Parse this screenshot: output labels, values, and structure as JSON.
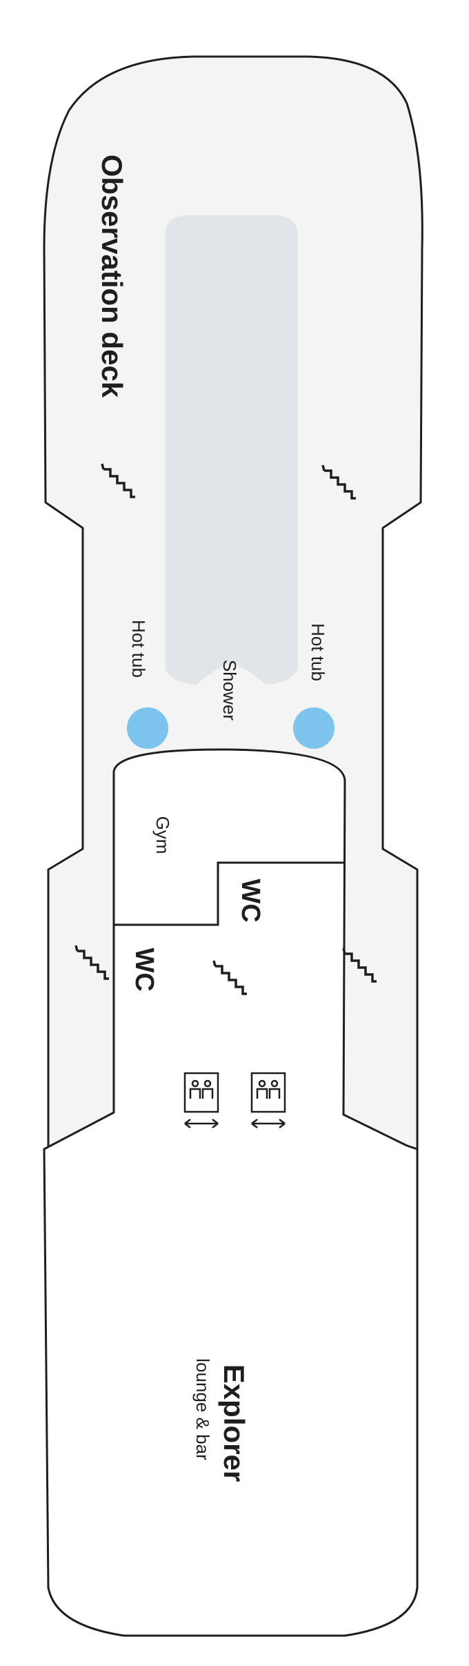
{
  "deck": {
    "observation_label": "Observation deck",
    "hot_tub_left": "Hot tub",
    "hot_tub_right": "Hot tub",
    "shower": "Shower",
    "gym": "Gym",
    "wc_right": "WC",
    "wc_left": "WC",
    "explorer_title": "Explorer",
    "explorer_subtitle": "lounge & bar"
  },
  "colors": {
    "deck_fill": "#f4f4f4",
    "pool_area": "#e1e5e9",
    "hot_tub": "#7cc3ee",
    "indoor_fill": "#ffffff",
    "outline": "#1e1e1e"
  },
  "icons": [
    "stairs-icon",
    "elevator-icon",
    "hot-tub-icon"
  ]
}
